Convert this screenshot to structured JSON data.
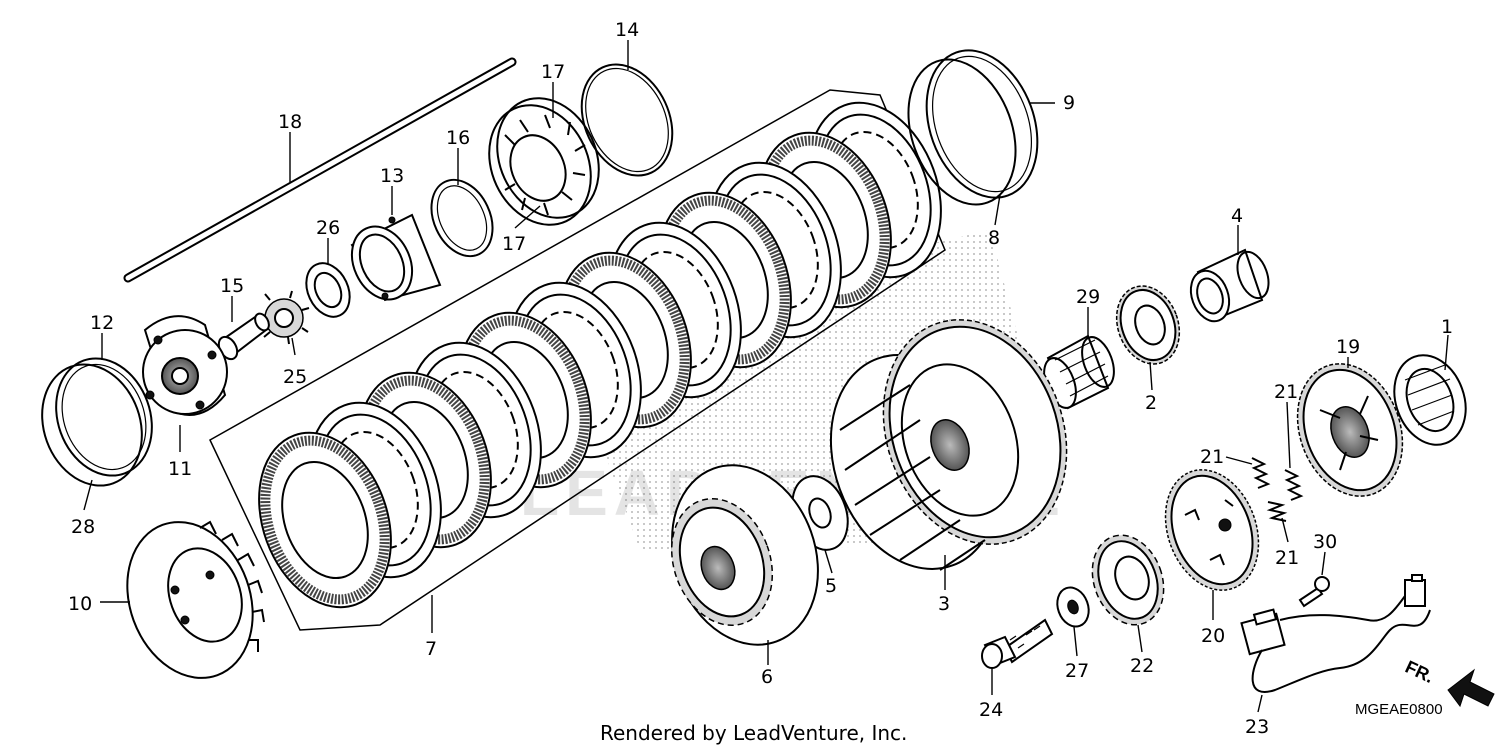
{
  "diagram": {
    "callouts": [
      "1",
      "2",
      "3",
      "4",
      "5",
      "6",
      "7",
      "8",
      "9",
      "10",
      "11",
      "12",
      "13",
      "14",
      "15",
      "16",
      "17",
      "17",
      "18",
      "19",
      "20",
      "21",
      "21",
      "21",
      "22",
      "23",
      "24",
      "25",
      "26",
      "27",
      "28",
      "29",
      "30"
    ],
    "footer": "Rendered by LeadVenture, Inc.",
    "drawing_code": "MGEAE0800",
    "direction_marker": "FR.",
    "watermark": "LEADVENTURE"
  }
}
